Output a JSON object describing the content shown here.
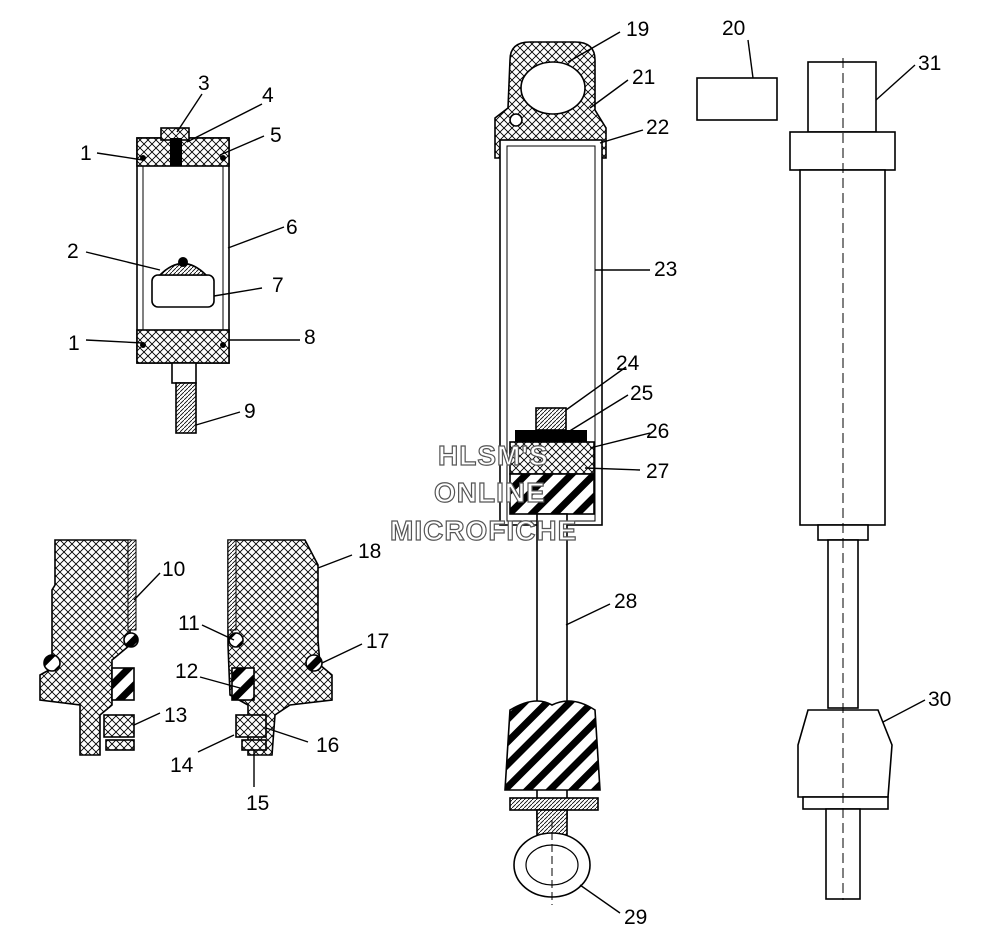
{
  "watermark": {
    "line1": "HLSM'S",
    "line2": "ONLINE",
    "line3": "MICROFICHE"
  },
  "callouts": {
    "c1a": "1",
    "c1b": "1",
    "c2": "2",
    "c3": "3",
    "c4": "4",
    "c5": "5",
    "c6": "6",
    "c7": "7",
    "c8": "8",
    "c9": "9",
    "c10": "10",
    "c11": "11",
    "c12": "12",
    "c13": "13",
    "c14": "14",
    "c15": "15",
    "c16": "16",
    "c17": "17",
    "c18": "18",
    "c19": "19",
    "c20": "20",
    "c21": "21",
    "c22": "22",
    "c23": "23",
    "c24": "24",
    "c25": "25",
    "c26": "26",
    "c27": "27",
    "c28": "28",
    "c29": "29",
    "c30": "30",
    "c31": "31"
  }
}
